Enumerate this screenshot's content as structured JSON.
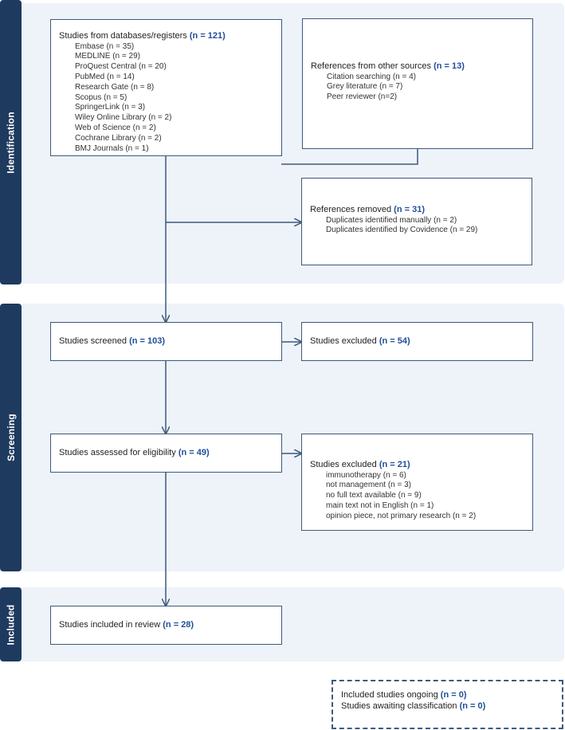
{
  "phases": {
    "identification": "Identification",
    "screening": "Screening",
    "included": "Included"
  },
  "databases": {
    "title": "Studies from databases/registers",
    "count": "(n = 121)",
    "items": [
      "Embase (n = 35)",
      "MEDLINE (n = 29)",
      "ProQuest Central (n = 20)",
      "PubMed (n = 14)",
      "Research Gate (n = 8)",
      "Scopus (n = 5)",
      "SpringerLink (n = 3)",
      "Wiley Online Library (n = 2)",
      "Web of Science (n = 2)",
      "Cochrane Library (n = 2)",
      "BMJ Journals (n = 1)"
    ]
  },
  "other_sources": {
    "title": "References from other sources",
    "count": "(n = 13)",
    "items": [
      "Citation searching (n = 4)",
      "Grey literature (n = 7)",
      "Peer reviewer (n=2)"
    ]
  },
  "removed": {
    "title": "References removed",
    "count": "(n = 31)",
    "items": [
      "Duplicates identified manually (n = 2)",
      "Duplicates identified by Covidence (n = 29)"
    ]
  },
  "screened": {
    "title": "Studies screened",
    "count": "(n = 103)"
  },
  "excluded_screen": {
    "title": "Studies excluded",
    "count": "(n = 54)"
  },
  "eligibility": {
    "title": "Studies assessed for eligibility",
    "count": "(n = 49)"
  },
  "excluded_full": {
    "title": "Studies excluded",
    "count": "(n = 21)",
    "items": [
      "immunotherapy (n = 6)",
      "not management (n = 3)",
      "no full text available (n = 9)",
      "main text not in English (n = 1)",
      "opinion piece, not primary research (n = 2)"
    ]
  },
  "included_review": {
    "title": "Studies included in review",
    "count": "(n = 28)"
  },
  "ongoing": {
    "ongoing_label": "Included studies ongoing",
    "ongoing_count": "(n = 0)",
    "awaiting_label": "Studies awaiting classification",
    "awaiting_count": "(n = 0)"
  },
  "colors": {
    "sidebar": "#1e3a5f",
    "band": "#eef2f9",
    "border": "#3c5a7a",
    "count_text": "#1f4e9a"
  }
}
